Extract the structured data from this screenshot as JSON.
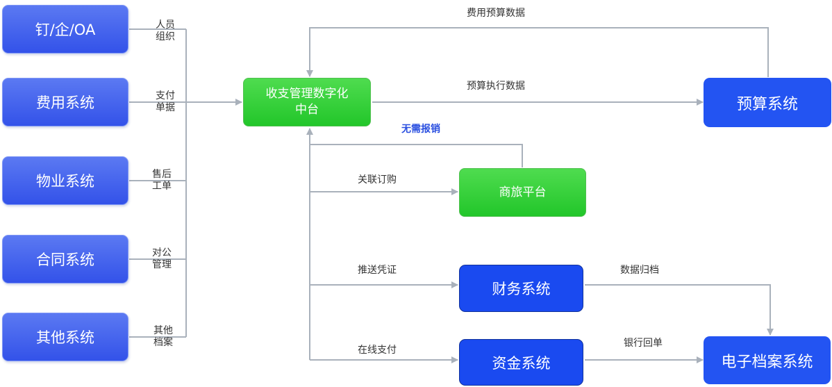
{
  "left_systems": [
    {
      "label": "钉/企/OA",
      "tag": [
        "人员",
        "组织"
      ]
    },
    {
      "label": "费用系统",
      "tag": [
        "支付",
        "单据"
      ]
    },
    {
      "label": "物业系统",
      "tag": [
        "售后",
        "工单"
      ]
    },
    {
      "label": "合同系统",
      "tag": [
        "对公",
        "管理"
      ]
    },
    {
      "label": "其他系统",
      "tag": [
        "其他",
        "档案"
      ]
    }
  ],
  "center": {
    "label_line1": "收支管理数字化",
    "label_line2": "中台"
  },
  "travel": {
    "label": "商旅平台"
  },
  "finance": {
    "label": "财务系统"
  },
  "funds": {
    "label": "资金系统"
  },
  "budget": {
    "label": "预算系统"
  },
  "archive": {
    "label": "电子档案系统"
  },
  "edges": {
    "budget_data": "费用预算数据",
    "budget_exec": "预算执行数据",
    "no_reimburse": "无需报销",
    "related_purchase": "关联订购",
    "push_voucher": "推送凭证",
    "online_pay": "在线支付",
    "data_archive": "数据归档",
    "bank_receipt": "银行回单"
  },
  "colors": {
    "line": "#a9b1bb",
    "accent_blue": "#2a4fe0",
    "green": "#2cc932"
  }
}
